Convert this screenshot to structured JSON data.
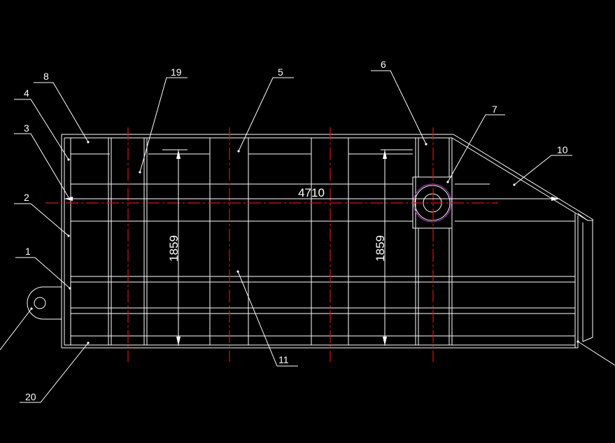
{
  "drawing": {
    "background": "#000000",
    "line_color": "#ffffff",
    "centerline_color": "#d8121b",
    "hole_color": "#b040c0"
  },
  "dimensions": {
    "horizontal": "4710",
    "vertical_left": "1859",
    "vertical_right": "1859"
  },
  "part_labels": {
    "p1": "1",
    "p2": "2",
    "p3": "3",
    "p4": "4",
    "p5": "5",
    "p6": "6",
    "p7": "7",
    "p8": "8",
    "p10": "10",
    "p11": "11",
    "p19": "19",
    "p20": "20"
  }
}
